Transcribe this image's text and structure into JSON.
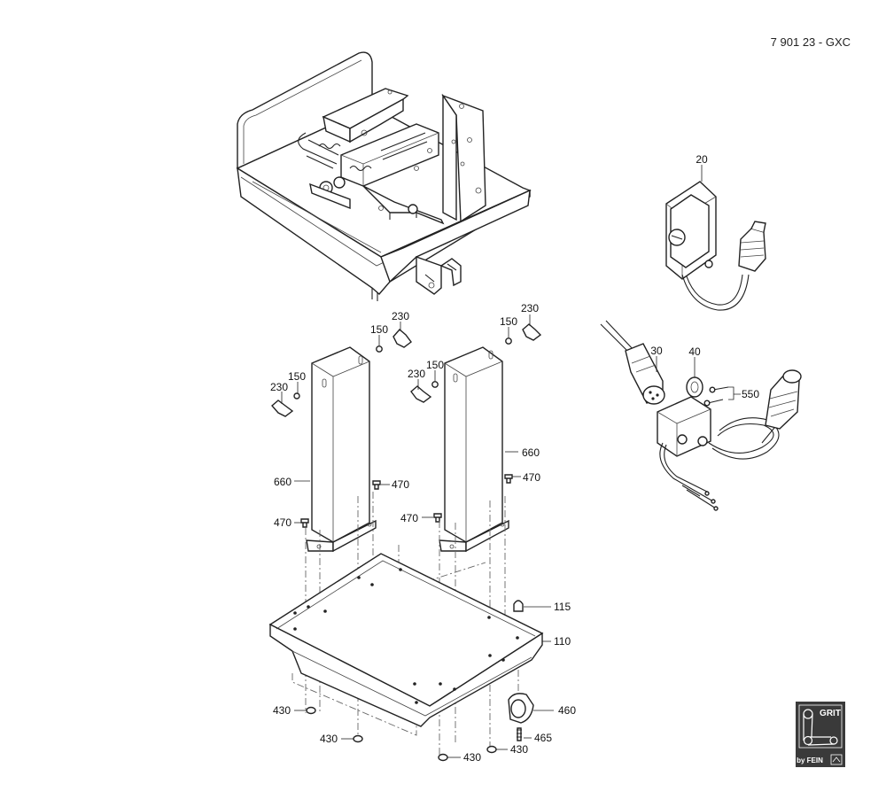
{
  "drawing_code": "7 901 23 - GXC",
  "logo": {
    "brand": "GRIT",
    "byline": "by FEIN"
  },
  "part_labels": {
    "p20": "20",
    "p30": "30",
    "p40": "40",
    "p550": "550",
    "p230a": "230",
    "p150a": "150",
    "p230b": "230",
    "p150b": "150",
    "p230c": "230",
    "p150c": "150",
    "p150d": "150",
    "p230d": "230",
    "p660a": "660",
    "p660b": "660",
    "p470a": "470",
    "p470b": "470",
    "p470c": "470",
    "p470d": "470",
    "p115": "115",
    "p110": "110",
    "p460": "460",
    "p465": "465",
    "p430a": "430",
    "p430b": "430",
    "p430c": "430",
    "p430d": "430"
  }
}
